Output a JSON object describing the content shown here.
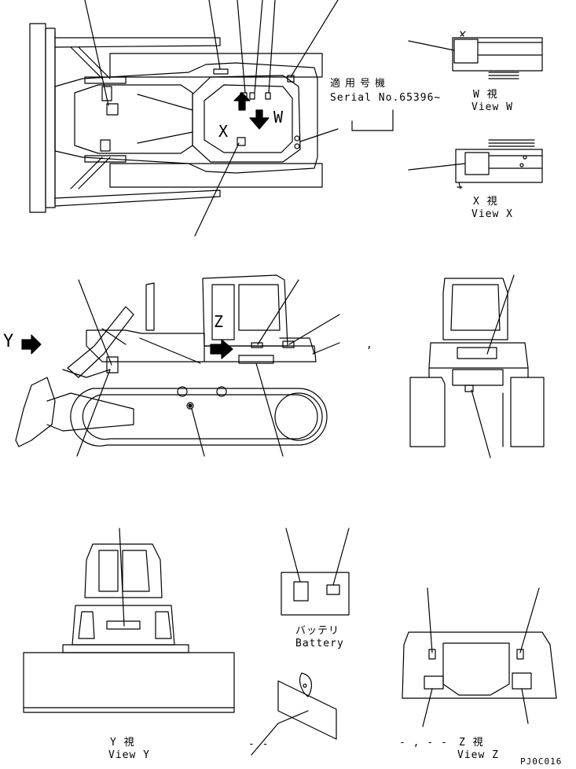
{
  "serial": {
    "applicable_models_jp": "適用号機",
    "serial_no": "Serial No.65396~"
  },
  "views": {
    "w_jp": "W 視",
    "w_en": "View W",
    "x_jp": "X 視",
    "x_en": "View X",
    "y_jp": "Y 視",
    "y_en": "View Y",
    "z_jp": "Z 視",
    "z_en": "View Z"
  },
  "battery": {
    "jp": "バッテリ",
    "en": "Battery"
  },
  "view_markers": {
    "x": "X",
    "w": "W",
    "y": "Y",
    "z": "Z"
  },
  "stray_marks": {
    "side_comma": ",",
    "bottom_dash": "- -",
    "bottom_marks": "- , - -"
  },
  "drawing_code": "PJ0C016"
}
